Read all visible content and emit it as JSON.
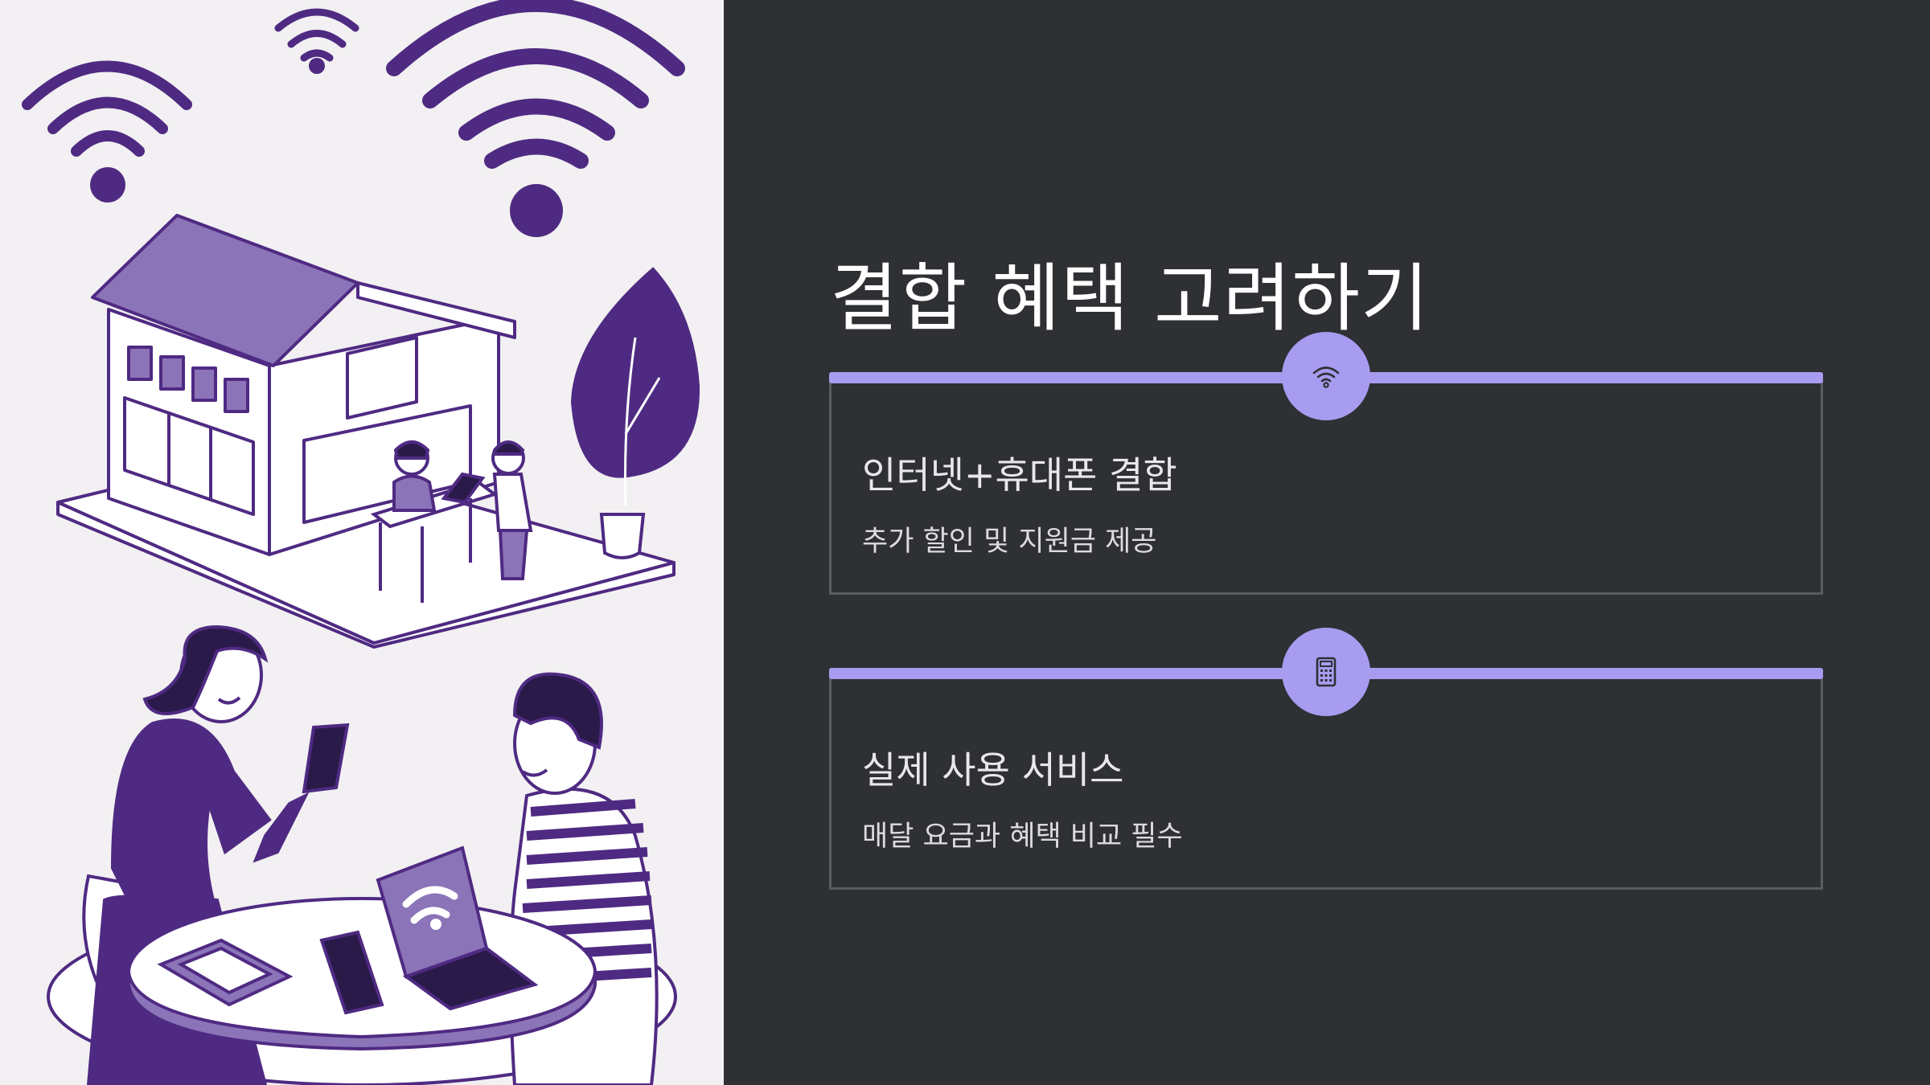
{
  "slide": {
    "title": "결합 혜택 고려하기"
  },
  "cards": [
    {
      "icon": "wifi-icon",
      "heading": "인터넷+휴대폰 결합",
      "description": "추가 할인 및 지원금 제공"
    },
    {
      "icon": "calculator-icon",
      "heading": "실제 사용 서비스",
      "description": "매달 요금과 혜택 비교 필수"
    }
  ],
  "colors": {
    "background": "#2e3034",
    "accent": "#a89cf0",
    "illustration_purple": "#4f2a82",
    "illustration_light_purple": "#8b74b8",
    "illustration_background": "#f2f0f2"
  }
}
